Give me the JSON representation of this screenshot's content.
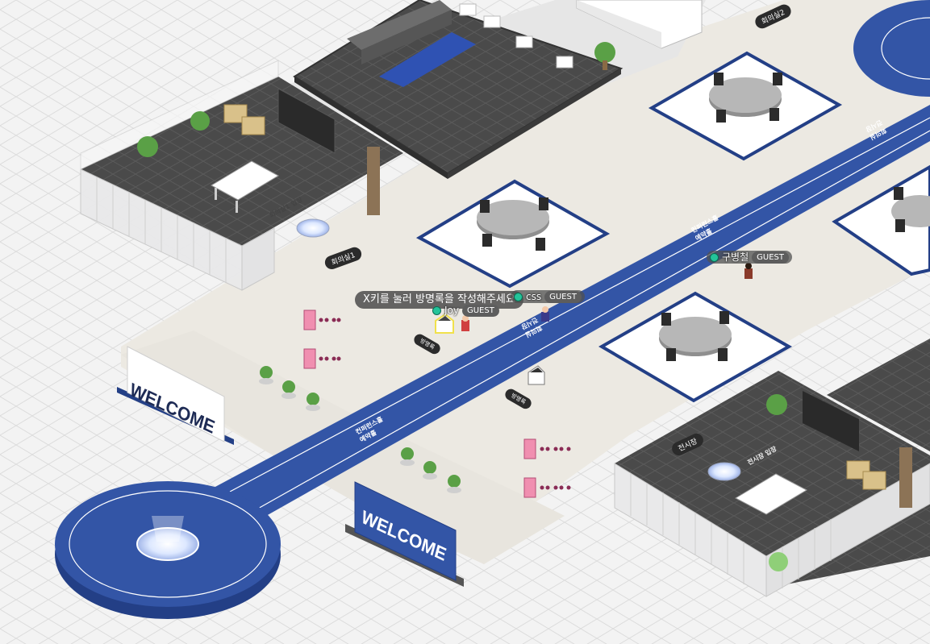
{
  "tooltip": {
    "text": "X키를 눌러 방명록을 작성해주세요"
  },
  "players": [
    {
      "name": "Joy",
      "badge": "GUEST"
    },
    {
      "name": "css",
      "badge": "GUEST"
    },
    {
      "name": "구병철",
      "badge": "GUEST"
    }
  ],
  "rooms": {
    "meeting_room_1": "회의실1",
    "meeting_room_1_entrance": "회의실1 입장",
    "meeting_room_2": "회의실2",
    "exhibition_hall": "전시장",
    "exhibition_hall_entrance": "전시장 입장"
  },
  "signs": {
    "welcome_left": "WELCOME",
    "welcome_front": "WELCOME",
    "guestbook_1": "방명록",
    "guestbook_2": "방명록"
  },
  "floor_labels": {
    "conference_upper": [
      "컨퍼런스홀",
      "예약홀"
    ],
    "conference_lower": [
      "컨퍼런스홀",
      "예약홀"
    ],
    "meeting_exhibit_mid": [
      "회의실",
      "전시장"
    ],
    "meeting_exhibit_right": [
      "회의실",
      "전시장"
    ]
  },
  "colors": {
    "accent_blue": "#3355a6",
    "dark_blue": "#233f86",
    "floor_dark": "#4c4c4c",
    "marble": "#ece9e2",
    "grid_bg": "#f3f3f3"
  }
}
